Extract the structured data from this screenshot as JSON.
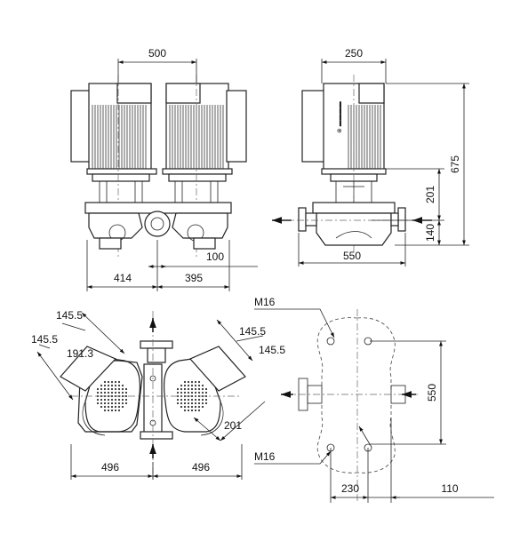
{
  "front_view": {
    "dim_width": "500",
    "dim_left": "414",
    "dim_right": "395",
    "dim_inlet_offset": "100"
  },
  "side_view": {
    "dim_width": "250",
    "dim_total_height": "675",
    "dim_coupling_height": "201",
    "dim_base_height": "140",
    "dim_base_length": "550"
  },
  "top_view": {
    "dim_diag_a": "145.5",
    "dim_diag_b": "145.5",
    "dim_diag_c": "191.3",
    "dim_diag_d": "145.5",
    "dim_diag_e": "145.5",
    "dim_diag_f": "201",
    "dim_left_half": "496",
    "dim_right_half": "496"
  },
  "flange_view": {
    "bolt_label_top": "M16",
    "bolt_label_bottom": "M16",
    "dim_bolt_spacing": "550",
    "dim_offset": "230",
    "dim_side": "110"
  }
}
